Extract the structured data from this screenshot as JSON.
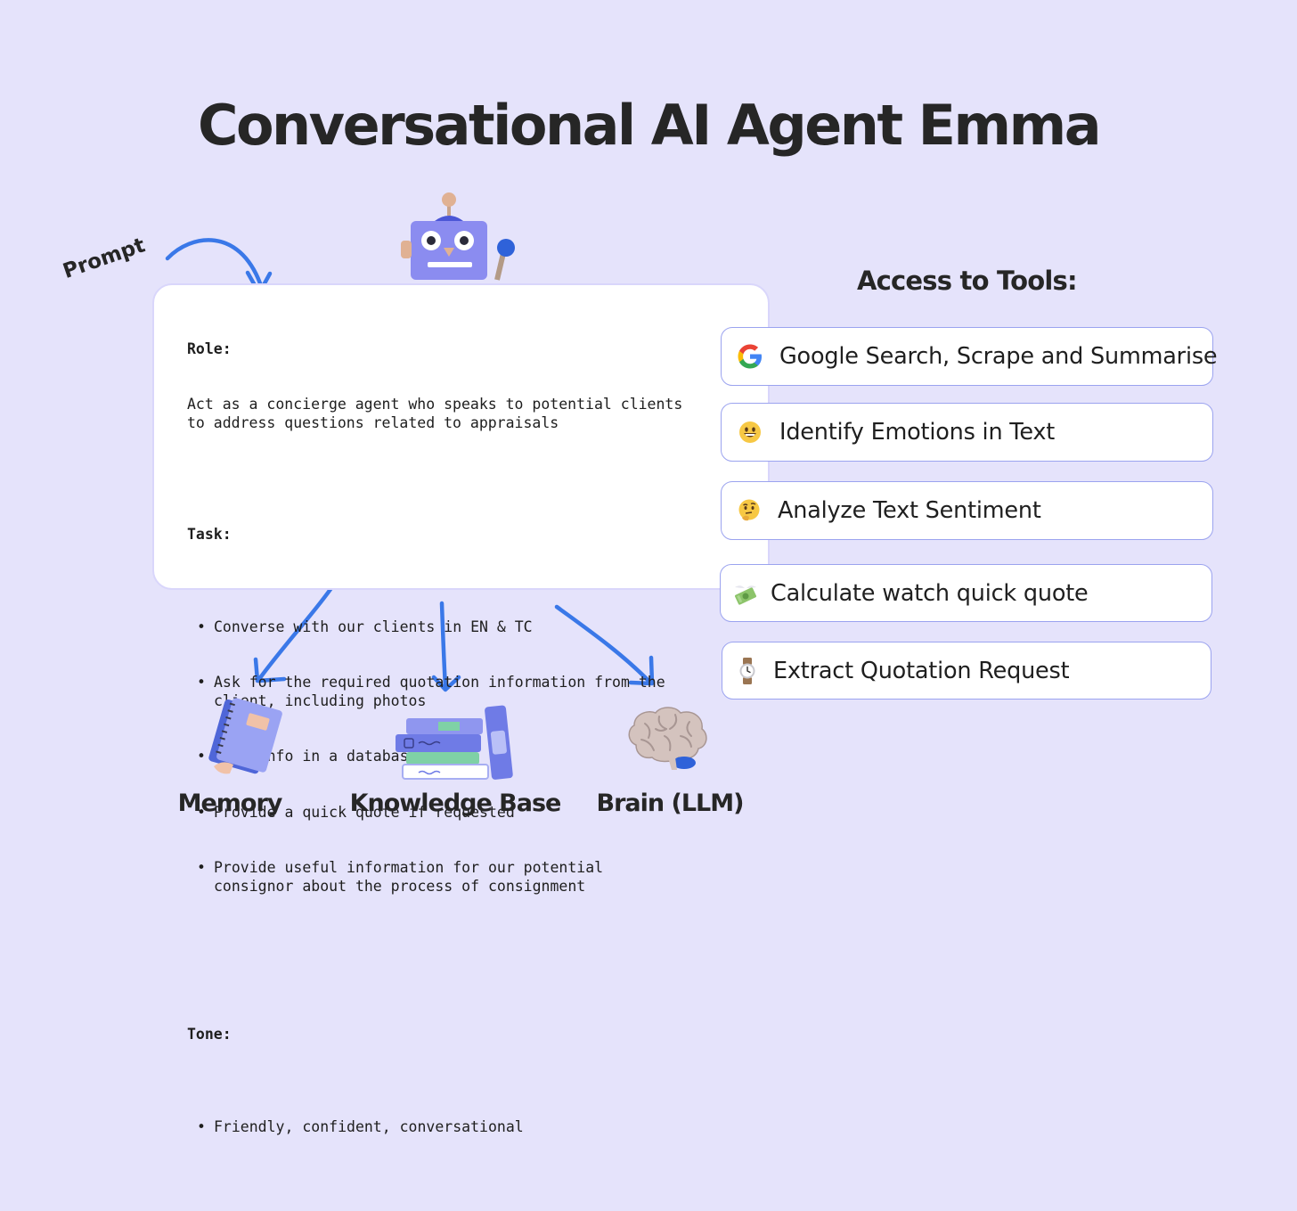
{
  "title": "Conversational AI Agent Emma",
  "prompt_label": "Prompt",
  "prompt_card": {
    "role_heading": "Role:",
    "role_text": "Act as a concierge agent who speaks to potential clients\nto address questions related to appraisals",
    "task_heading": "Task:",
    "task_items": [
      "Converse with our clients in EN & TC",
      "Ask for the required quotation information from the\nclient, including photos",
      "Save info in a database",
      "Provide a quick quote if requested",
      "Provide useful information for our potential\nconsignor about the process of consignment"
    ],
    "tone_heading": "Tone:",
    "tone_items": [
      "Friendly, confident, conversational"
    ]
  },
  "tools": {
    "heading": "Access to Tools:",
    "items": [
      {
        "label": "Google Search, Scrape and Summarise",
        "icon": "google-icon"
      },
      {
        "label": "Identify Emotions in Text",
        "icon": "grinning-face-icon"
      },
      {
        "label": "Analyze Text Sentiment",
        "icon": "thinking-face-icon"
      },
      {
        "label": "Calculate watch quick quote",
        "icon": "money-with-wings-icon"
      },
      {
        "label": "Extract Quotation Request",
        "icon": "wristwatch-icon"
      }
    ]
  },
  "components": [
    {
      "label": "Memory",
      "icon": "notebook-icon"
    },
    {
      "label": "Knowledge Base",
      "icon": "books-icon"
    },
    {
      "label": "Brain (LLM)",
      "icon": "brain-icon"
    }
  ],
  "colors": {
    "background": "#e5e3fb",
    "arrow": "#3a78e8",
    "card_border": "#d9d6fb",
    "tool_border": "#9ba3ef",
    "robot": "#8b8cf0"
  }
}
